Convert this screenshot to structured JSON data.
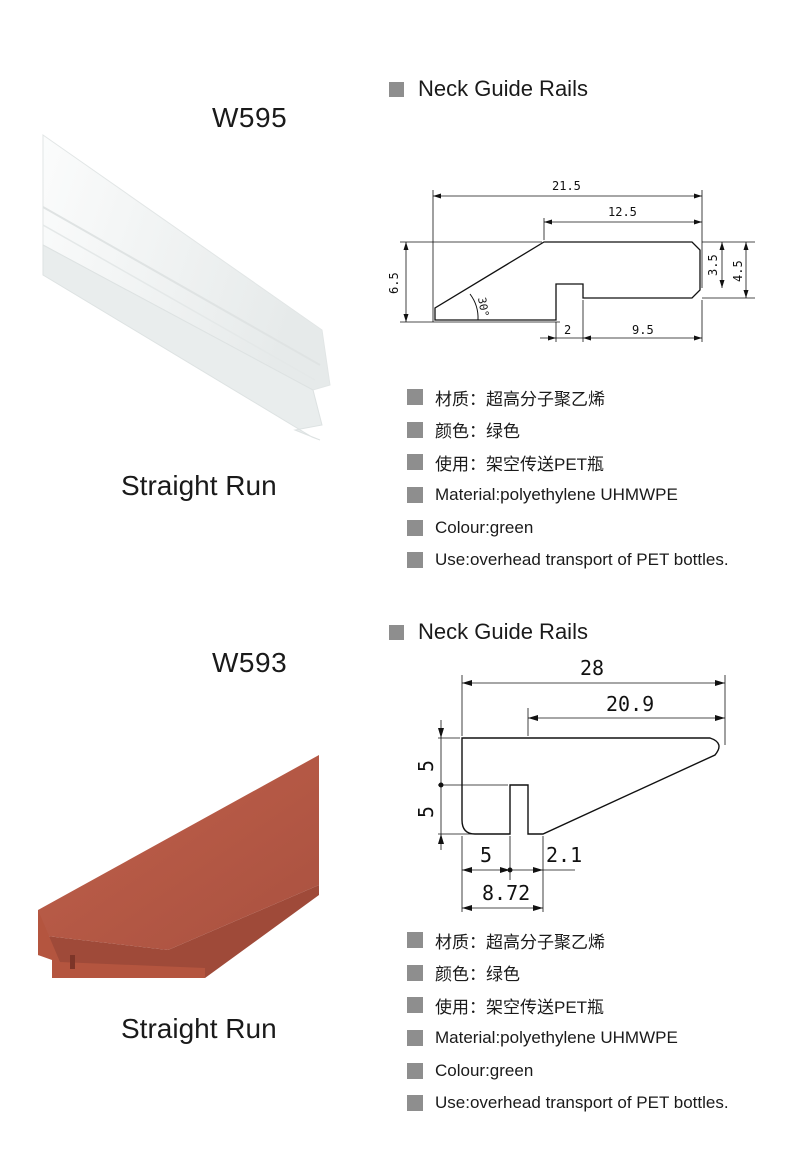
{
  "products": [
    {
      "model": "W595",
      "caption": "Straight Run",
      "section_title": "Neck Guide Rails",
      "product_color": "#f1f3f3",
      "dims": {
        "overall": "21.5",
        "top": "12.5",
        "height": "6.5",
        "right_inner": "3.5",
        "right_outer": "4.5",
        "slot": "2",
        "bottom": "9.5",
        "angle": "30°"
      },
      "specs": [
        "材质：超高分子聚乙烯",
        "颜色：绿色",
        "使用：架空传送PET瓶",
        "Material:polyethylene UHMWPE",
        "Colour:green",
        "Use:overhead transport of PET bottles."
      ]
    },
    {
      "model": "W593",
      "caption": "Straight Run",
      "section_title": "Neck Guide Rails",
      "product_color": "#b85a45",
      "dims": {
        "overall": "28",
        "top": "20.9",
        "upper": "5",
        "lower": "5",
        "slot_left": "5",
        "slot_right": "2.1",
        "bottom": "8.72"
      },
      "specs": [
        "材质：超高分子聚乙烯",
        "颜色：绿色",
        "使用：架空传送PET瓶",
        "Material:polyethylene UHMWPE",
        "Colour:green",
        "Use:overhead transport of PET bottles."
      ]
    }
  ]
}
